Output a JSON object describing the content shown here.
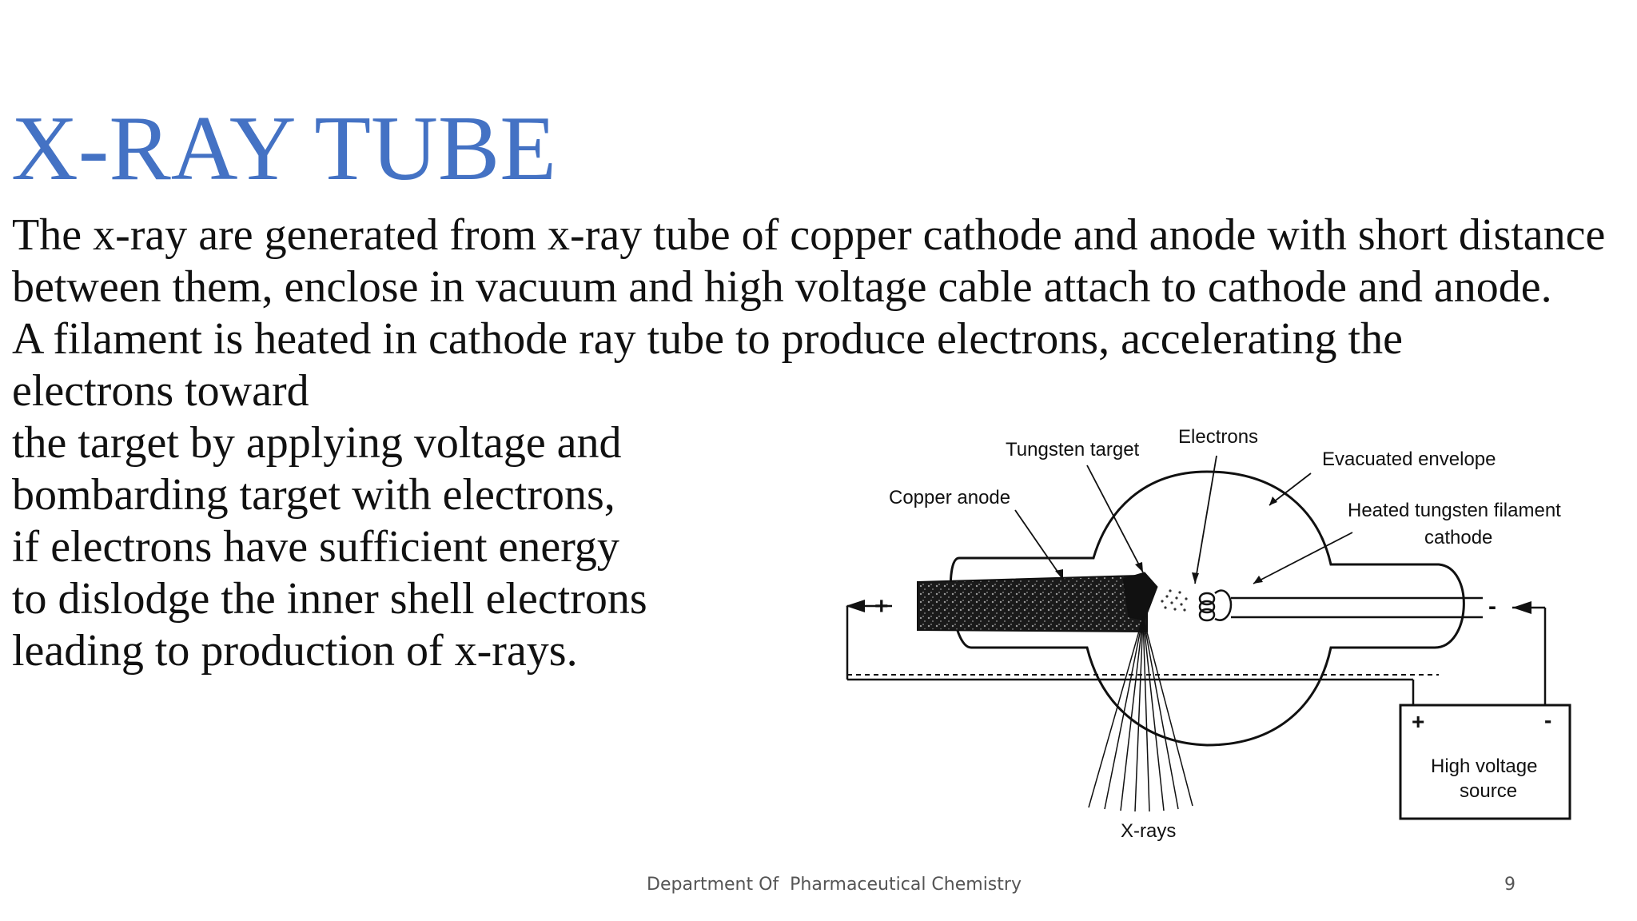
{
  "slide": {
    "title": "X-RAY TUBE",
    "paragraph_1": "The x-ray are generated from x-ray tube of copper cathode and anode with short distance between them, enclose in vacuum and high voltage cable attach to cathode and anode.",
    "paragraph_2_lines": [
      "A filament is heated in cathode ray tube to produce electrons, accelerating the",
      "electrons toward",
      "the target by applying voltage and",
      "bombarding target with electrons,",
      "if electrons have sufficient energy",
      "to dislodge the inner shell electrons",
      "leading to production of x-rays."
    ]
  },
  "diagram": {
    "labels": {
      "tungsten_target": "Tungsten target",
      "electrons": "Electrons",
      "evacuated_envelope": "Evacuated envelope",
      "copper_anode": "Copper anode",
      "filament_line1": "Heated tungsten filament",
      "filament_line2": "cathode",
      "plus_anode": "+",
      "minus_cathode": "-",
      "source_plus": "+",
      "source_minus": "-",
      "source_line1": "High voltage",
      "source_line2": "source",
      "xrays": "X-rays"
    }
  },
  "footer": {
    "department": "Department Of  Pharmaceutical Chemistry",
    "page_number": "9"
  }
}
